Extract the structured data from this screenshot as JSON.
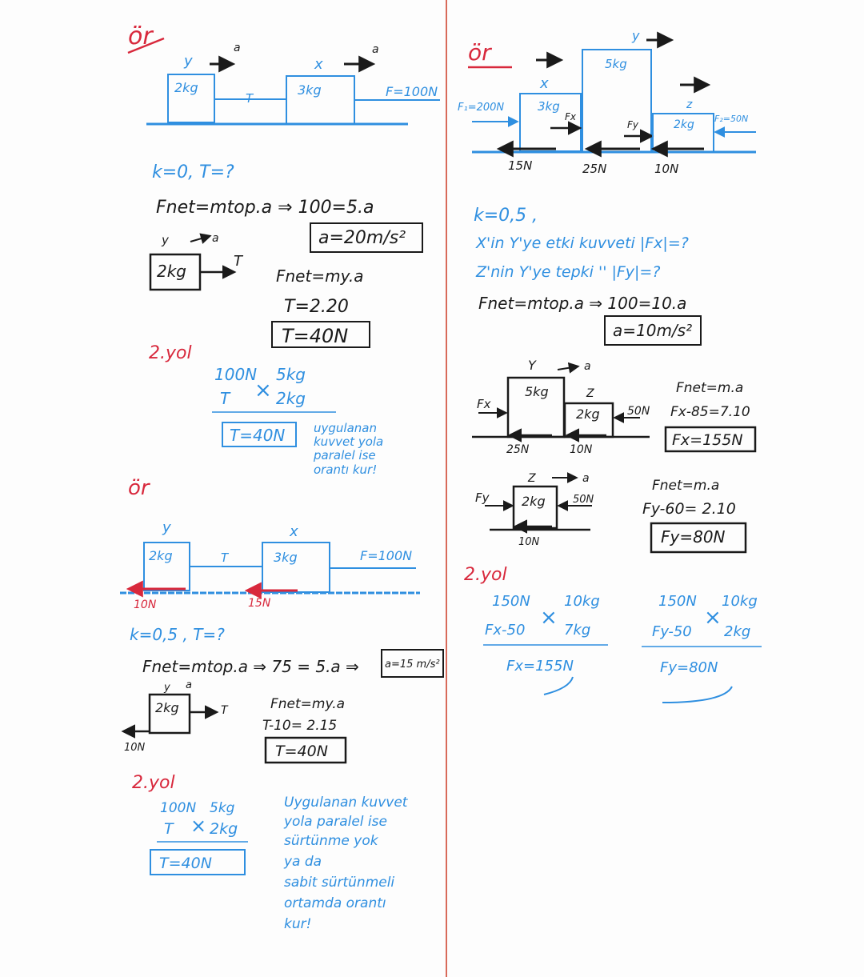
{
  "colors": {
    "blue_ink": "#2f8fe0",
    "black_ink": "#1a1a1a",
    "red_ink": "#d8283c",
    "paper": "#fdfdfd"
  },
  "left": {
    "example1": {
      "tag": "ör",
      "blocks": {
        "y_label": "y",
        "y_mass": "2kg",
        "x_label": "x",
        "x_mass": "3kg",
        "tension": "T",
        "force": "F=100N",
        "accel": "a"
      },
      "given": "k=0, T=?",
      "fnet_line": "Fnet=mtop.a ⇒ 100=5.a",
      "accel_result": "a=20m/s²",
      "fbd": {
        "y_label": "y",
        "a_label": "a",
        "mass": "2kg",
        "tension": "T"
      },
      "eq1": "Fnet=my.a",
      "eq2": "T=2.20",
      "result": "T=40N",
      "alt": {
        "title": "2.yol",
        "row1_left": "100N",
        "row1_right": "5kg",
        "row2_left": "T",
        "row2_right": "2kg",
        "result": "T=40N",
        "note_l1": "uygulanan",
        "note_l2": "kuvvet yola",
        "note_l3": "paralel ise",
        "note_l4": "orantı kur!"
      }
    },
    "example2": {
      "tag": "ör",
      "blocks": {
        "y_label": "y",
        "y_mass": "2kg",
        "x_label": "x",
        "x_mass": "3kg",
        "tension": "T",
        "force": "F=100N",
        "friction_y": "10N",
        "friction_x": "15N"
      },
      "given": "k=0,5 , T=?",
      "fnet_line": "Fnet=mtop.a ⇒ 75 = 5.a ⇒",
      "accel_result": "a=15 m/s²",
      "fbd": {
        "y_label": "y",
        "a_label": "a",
        "mass": "2kg",
        "tension": "T",
        "friction": "10N"
      },
      "eq1": "Fnet=my.a",
      "eq2": "T-10= 2.15",
      "result": "T=40N",
      "alt": {
        "title": "2.yol",
        "row1_left": "100N",
        "row1_right": "5kg",
        "row2_left": "T",
        "row2_right": "2kg",
        "result": "T=40N",
        "note_l1": "Uygulanan kuvvet",
        "note_l2": "yola paralel ise",
        "note_l3": "sürtünme yok",
        "note_l4": "ya da",
        "note_l5": "sabit sürtünmeli",
        "note_l6": "ortamda orantı",
        "note_l7": "kur!"
      }
    }
  },
  "right": {
    "tag": "ör",
    "blocks": {
      "f1": "F₁=200N",
      "x_label": "x",
      "x_mass": "3kg",
      "fx": "Fx",
      "y_label": "y",
      "y_mass": "5kg",
      "fy": "Fy",
      "z_label": "z",
      "z_mass": "2kg",
      "f2": "F₂=50N",
      "fr1": "15N",
      "fr2": "25N",
      "fr3": "10N"
    },
    "given": "k=0,5 ,",
    "q1": "X'in Y'ye etki kuvveti |Fx|=?",
    "q2": "Z'nin Y'ye tepki       ''       |Fy|=?",
    "fnet_line": "Fnet=mtop.a ⇒ 100=10.a",
    "accel_result": "a=10m/s²",
    "fbd1": {
      "y_label": "Y",
      "a_label": "a",
      "y_mass": "5kg",
      "z_label": "Z",
      "z_mass": "2kg",
      "fx": "Fx",
      "f2": "50N",
      "fr_y": "25N",
      "fr_z": "10N"
    },
    "eq1a": "Fnet=m.a",
    "eq1b": "Fx-85=7.10",
    "result1": "Fx=155N",
    "fbd2": {
      "z_label": "Z",
      "a_label": "a",
      "mass": "2kg",
      "fy": "Fy",
      "f2": "50N",
      "fr": "10N"
    },
    "eq2a": "Fnet=m.a",
    "eq2b": "Fy-60= 2.10",
    "result2": "Fy=80N",
    "alt": {
      "title": "2.yol",
      "a_row1_left": "150N",
      "a_row1_right": "10kg",
      "a_row2_left": "Fx-50",
      "a_row2_right": "7kg",
      "a_result": "Fx=155N",
      "b_row1_left": "150N",
      "b_row1_right": "10kg",
      "b_row2_left": "Fy-50",
      "b_row2_right": "2kg",
      "b_result": "Fy=80N"
    }
  }
}
